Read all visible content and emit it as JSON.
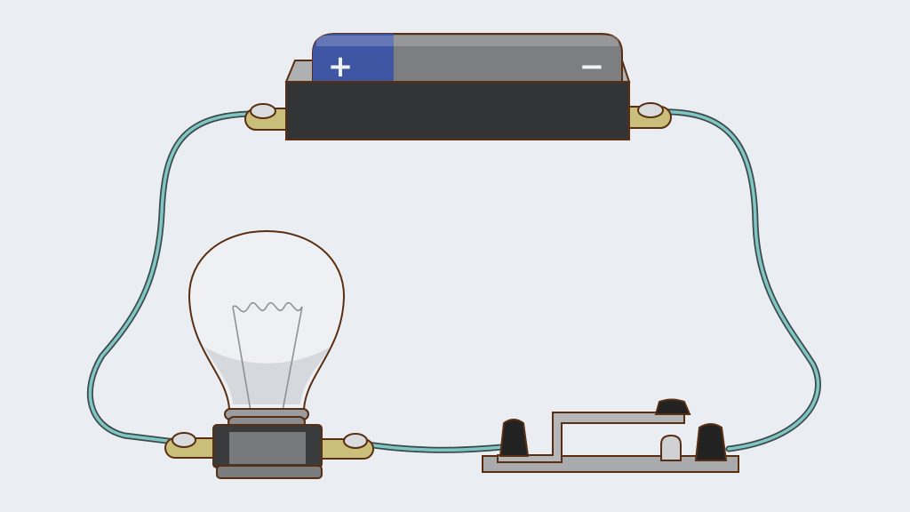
{
  "scene": {
    "background": "#eaeef2",
    "components": [
      "battery",
      "light-bulb",
      "knife-switch",
      "wires"
    ],
    "switch_state": "open",
    "bulb_state": "off"
  },
  "battery": {
    "positive_label": "+",
    "negative_label": "−",
    "colors": {
      "positive_end": "#3f56a5",
      "body": "#7d7e80",
      "holder": "#333435"
    }
  },
  "wire": {
    "color": "#7fc6c5",
    "outline": "#3d4b4b"
  },
  "outline_color": "#5a2e12"
}
